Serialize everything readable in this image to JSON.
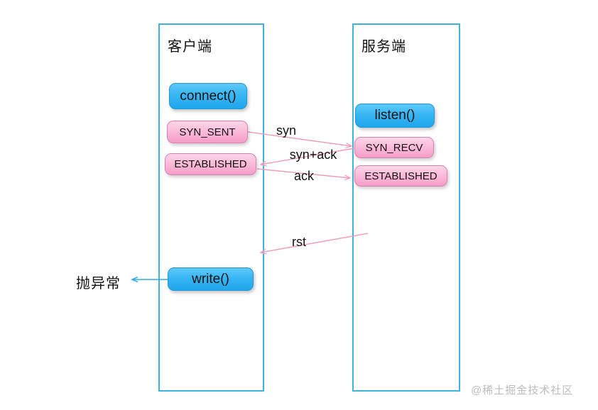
{
  "client": {
    "title": "客户端",
    "connect": "connect()",
    "syn_sent": "SYN_SENT",
    "established": "ESTABLISHED",
    "write": "write()"
  },
  "server": {
    "title": "服务端",
    "listen": "listen()",
    "syn_recv": "SYN_RECV",
    "established": "ESTABLISHED"
  },
  "messages": {
    "syn": "syn",
    "syn_ack": "syn+ack",
    "ack": "ack",
    "rst": "rst"
  },
  "exception_label": "抛异常",
  "watermark": "@稀土掘金技术社区",
  "colors": {
    "box_border": "#3cb4df",
    "blue_button_top": "#5ec9f8",
    "blue_button_bottom": "#1ea6ec",
    "pink_button_top": "#fdd6e8",
    "pink_button_bottom": "#f69cc8",
    "pink_button_border": "#dd7eb4",
    "arrow_pink": "#f09cbc",
    "arrow_blue": "#2aabe8",
    "watermark_gray": "#bcbcbc"
  }
}
